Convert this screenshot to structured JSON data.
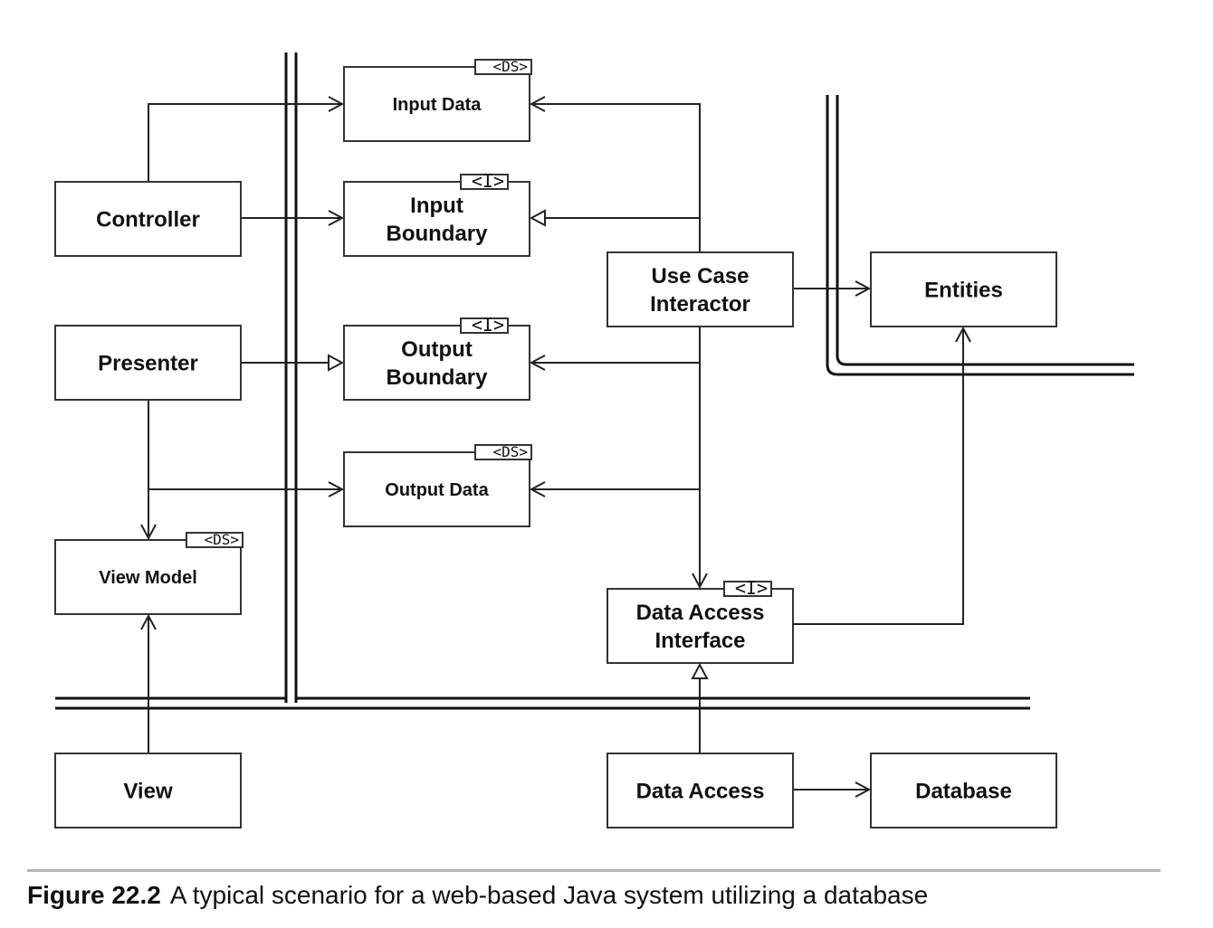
{
  "nodes": {
    "controller": {
      "label": [
        "Controller"
      ],
      "stereotype": ""
    },
    "presenter": {
      "label": [
        "Presenter"
      ],
      "stereotype": ""
    },
    "view_model": {
      "label": [
        "View Model"
      ],
      "stereotype": "<DS>"
    },
    "view": {
      "label": [
        "View"
      ],
      "stereotype": ""
    },
    "input_data": {
      "label": [
        "Input Data"
      ],
      "stereotype": "<DS>"
    },
    "input_boundary": {
      "label": [
        "Input",
        "Boundary"
      ],
      "stereotype": "<I>"
    },
    "output_boundary": {
      "label": [
        "Output",
        "Boundary"
      ],
      "stereotype": "<I>"
    },
    "output_data": {
      "label": [
        "Output Data"
      ],
      "stereotype": "<DS>"
    },
    "use_case_interactor": {
      "label": [
        "Use Case",
        "Interactor"
      ],
      "stereotype": ""
    },
    "entities": {
      "label": [
        "Entities"
      ],
      "stereotype": ""
    },
    "data_access_interface": {
      "label": [
        "Data Access",
        "Interface"
      ],
      "stereotype": "<I>"
    },
    "data_access": {
      "label": [
        "Data Access"
      ],
      "stereotype": ""
    },
    "database": {
      "label": [
        "Database"
      ],
      "stereotype": ""
    }
  },
  "edges": [
    {
      "from": "controller",
      "to": "input_data",
      "arrow": "open"
    },
    {
      "from": "controller",
      "to": "input_boundary",
      "arrow": "open"
    },
    {
      "from": "presenter",
      "to": "output_boundary",
      "arrow": "hollow-triangle"
    },
    {
      "from": "presenter",
      "to": "output_data",
      "arrow": "open"
    },
    {
      "from": "presenter",
      "to": "view_model",
      "arrow": "open"
    },
    {
      "from": "view",
      "to": "view_model",
      "arrow": "open"
    },
    {
      "from": "use_case_interactor",
      "to": "input_data",
      "arrow": "open"
    },
    {
      "from": "use_case_interactor",
      "to": "input_boundary",
      "arrow": "hollow-triangle"
    },
    {
      "from": "use_case_interactor",
      "to": "output_boundary",
      "arrow": "open"
    },
    {
      "from": "use_case_interactor",
      "to": "output_data",
      "arrow": "open"
    },
    {
      "from": "use_case_interactor",
      "to": "data_access_interface",
      "arrow": "open"
    },
    {
      "from": "use_case_interactor",
      "to": "entities",
      "arrow": "open"
    },
    {
      "from": "data_access_interface",
      "to": "entities",
      "arrow": "open"
    },
    {
      "from": "data_access",
      "to": "data_access_interface",
      "arrow": "hollow-triangle"
    },
    {
      "from": "data_access",
      "to": "database",
      "arrow": "open"
    }
  ],
  "caption": {
    "figure_number": "Figure 22.2",
    "text": "A typical scenario for a web-based Java system utilizing a database"
  }
}
